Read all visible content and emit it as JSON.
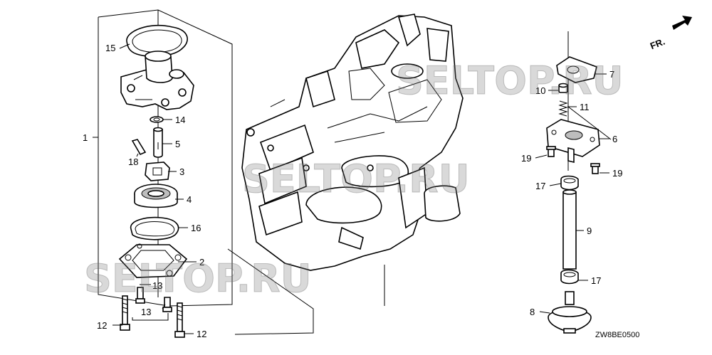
{
  "diagram": {
    "code": "ZW8BE0500",
    "front_label": "FR.",
    "watermarks": [
      "SELTOP.RU",
      "SELTOP.RU",
      "SELTOP.RU"
    ],
    "callouts": {
      "p1": "1",
      "p2": "2",
      "p3": "3",
      "p4": "4",
      "p5": "5",
      "p6": "6",
      "p7": "7",
      "p8": "8",
      "p9": "9",
      "p10": "10",
      "p11": "11",
      "p12a": "12",
      "p12b": "12",
      "p13a": "13",
      "p13b": "13",
      "p14": "14",
      "p15": "15",
      "p16": "16",
      "p17a": "17",
      "p17b": "17",
      "p18": "18",
      "p19a": "19",
      "p19b": "19"
    }
  }
}
